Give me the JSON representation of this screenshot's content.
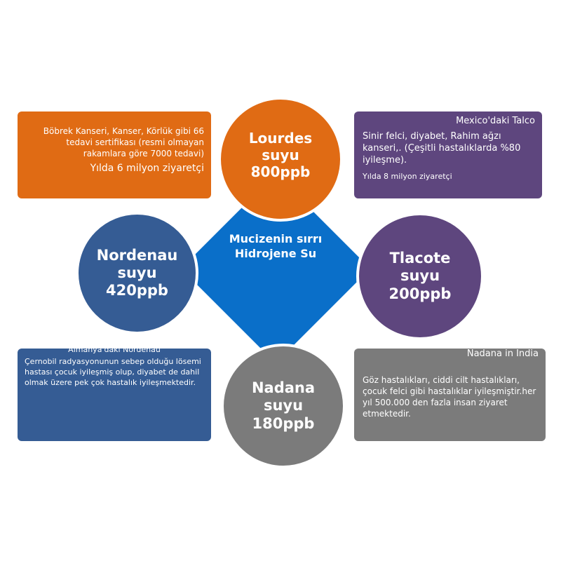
{
  "colors": {
    "orange": "#e06b14",
    "purple": "#5e467e",
    "blue": "#355c94",
    "gray": "#7b7b7b",
    "center": "#0a6fc9"
  },
  "center": {
    "line1": "Mucizenin sırrı",
    "line2": "Hidrojene Su"
  },
  "circles": {
    "lourdes": {
      "line1": "Lourdes",
      "line2": "suyu",
      "line3": "800ppb"
    },
    "nordenau": {
      "line1": "Nordenau",
      "line2": "suyu",
      "line3": "420ppb"
    },
    "tlacote": {
      "line1": "Tlacote",
      "line2": "suyu",
      "line3": "200ppb"
    },
    "nadana": {
      "line1": "Nadana",
      "line2": "suyu",
      "line3": "180ppb"
    }
  },
  "boxes": {
    "lourdes": {
      "text": "Böbrek Kanseri, Kanser, Körlük gibi 66 tedavi sertifikası (resmi olmayan rakamlara göre 7000 tedavi)",
      "visitors": "Yılda 6 milyon ziyaretçi"
    },
    "tlacote": {
      "heading": "Mexico'daki Talco",
      "text": "Sinir felci, diyabet, Rahim ağzı kanseri,. (Çeşitli hastalıklarda %80 iyileşme).",
      "visitors": "Yılda 8 milyon ziyaretçi"
    },
    "nordenau": {
      "heading": "Almanya'daki Nordenau",
      "text": "Çernobil radyasyonunun sebep olduğu lösemi hastası çocuk iyileşmiş olup, diyabet de dahil olmak üzere pek çok hastalık iyileşmektedir."
    },
    "nadana": {
      "heading": "Nadana in India",
      "text": "Göz hastalıkları, ciddi cilt hastalıkları, çocuk felci gibi hastalıklar iyileşmiştir.her yıl 500.000 den fazla insan ziyaret etmektedir."
    }
  }
}
